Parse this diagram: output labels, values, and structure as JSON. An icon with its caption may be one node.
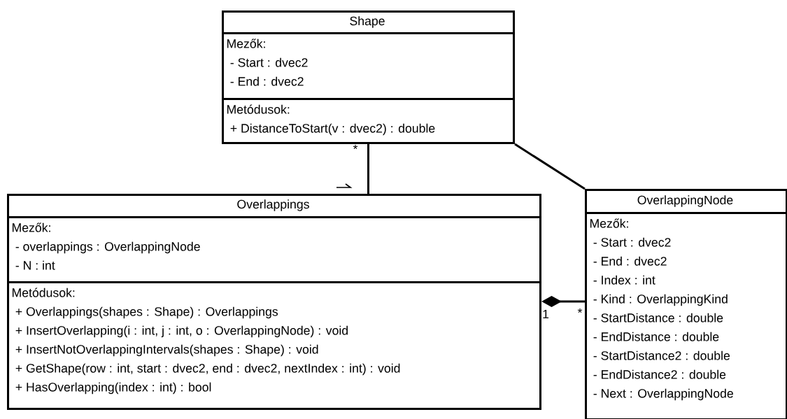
{
  "diagram": {
    "nodes": [
      {
        "text": [
          "Shape"
        ]
      },
      {
        "text": [
          "Mezők:",
          "- Start : dvec2",
          "- End : dvec2"
        ],
        "in": 0
      },
      {
        "text": [
          "Metódusok:",
          "+ DistanceToStart(v : dvec2) : double"
        ],
        "in": 0
      },
      {
        "text": [
          "Overlappings"
        ]
      },
      {
        "text": [
          "Mezők:",
          "- overlappings : OverlappingNode",
          "- N : int"
        ],
        "in": 3
      },
      {
        "text": [
          "Metódusok:",
          "+ Overlappings(shapes : Shape) : Overlappings",
          "+ InsertOverlapping(i : int, j : int, o : OverlappingNode) : void",
          "+ InsertNotOverlappingIntervals(shapes : Shape) : void",
          "+ GetShape(row : int, start : dvec2, end : dvec2, nextIndex : int) : void",
          "+ HasOverlapping(index : int) : bool"
        ],
        "in": 3
      },
      {
        "text": [
          "OverlappingNode"
        ]
      },
      {
        "text": [
          "Mezők:",
          "- Start : dvec2",
          "- End : dvec2",
          "- Index : int",
          "- Kind : OverlappingKind",
          "- StartDistance : double",
          "- EndDistance : double",
          "- StartDistance2 : double",
          "- EndDistance2 : double",
          "- Next : OverlappingNode"
        ],
        "in": 6
      }
    ],
    "edges": [
      {
        "from": 0,
        "to": 3,
        "arrow": "none"
      },
      {
        "from": 0,
        "to": 6,
        "arrow": "none"
      },
      {
        "from": 3,
        "to": 6,
        "arrow": "other"
      }
    ],
    "labels": [
      "*",
      "1",
      "*"
    ]
  }
}
